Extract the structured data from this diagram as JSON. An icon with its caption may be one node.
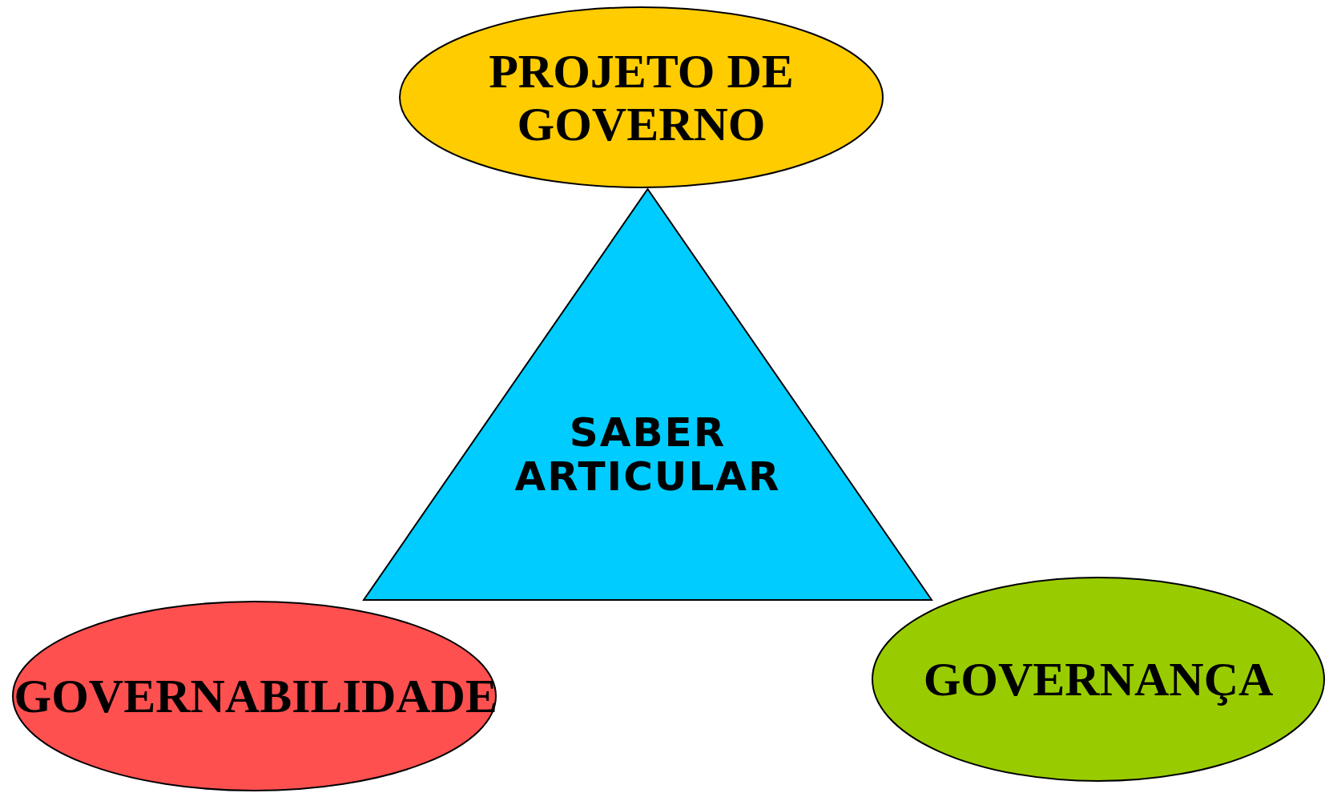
{
  "diagram": {
    "nodes": [
      {
        "text": [
          "PROJETO DE GOVERNO"
        ]
      },
      {
        "text": [
          "SABER ARTICULAR"
        ]
      },
      {
        "text": [
          "GOVERNABILIDADE"
        ]
      },
      {
        "text": [
          "GOVERNANÇA"
        ]
      }
    ]
  }
}
